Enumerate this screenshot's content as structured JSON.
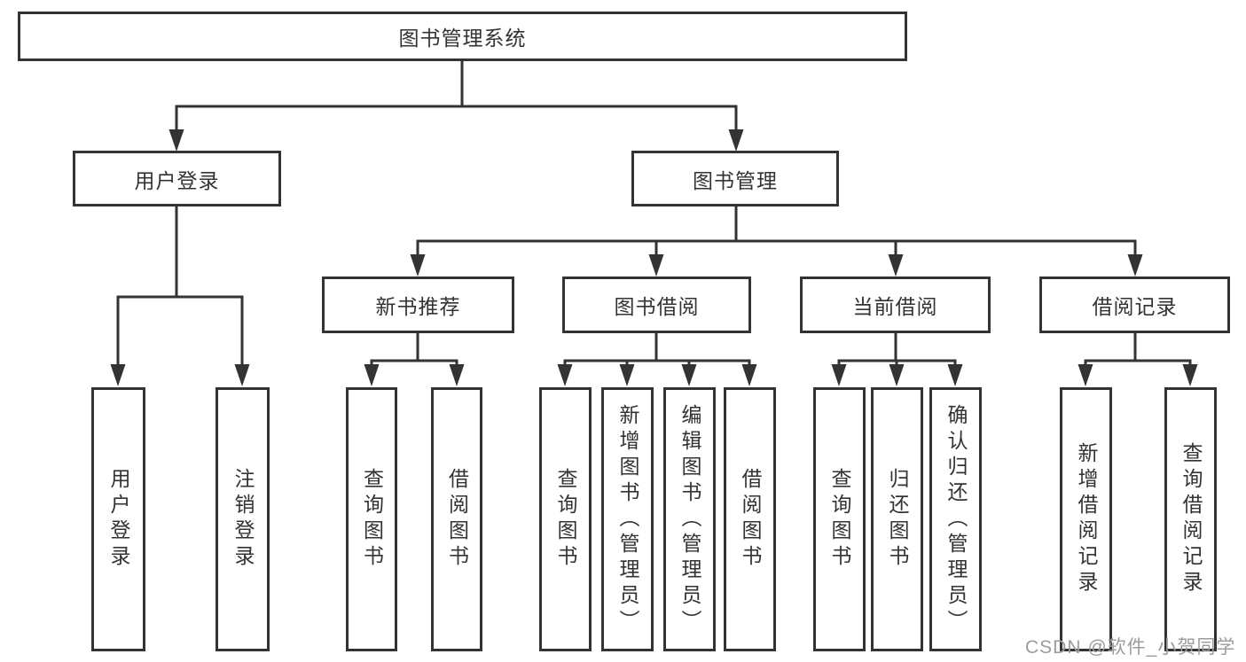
{
  "diagram": {
    "root": {
      "label": "图书管理系统"
    },
    "level2": [
      {
        "id": "user-login",
        "label": "用户登录"
      },
      {
        "id": "book-management",
        "label": "图书管理"
      }
    ],
    "level3": [
      {
        "id": "new-book-recommend",
        "label": "新书推荐"
      },
      {
        "id": "book-borrow",
        "label": "图书借阅"
      },
      {
        "id": "current-borrow",
        "label": "当前借阅"
      },
      {
        "id": "borrow-records",
        "label": "借阅记录"
      }
    ],
    "leaves": {
      "user_login": [
        "用户登录",
        "注销登录"
      ],
      "new_book_recommend": [
        "查询图书",
        "借阅图书"
      ],
      "book_borrow": [
        "查询图书",
        "新增图书（管理员）",
        "编辑图书（管理员）",
        "借阅图书"
      ],
      "current_borrow": [
        "查询图书",
        "归还图书",
        "确认归还（管理员）"
      ],
      "borrow_records": [
        "新增借阅记录",
        "查询借阅记录"
      ]
    },
    "colors": {
      "line": "#333333",
      "box_border": "#333333",
      "text": "#333333",
      "watermark": "#9c9c9c"
    },
    "watermark": "CSDN @软件_小贺同学"
  }
}
